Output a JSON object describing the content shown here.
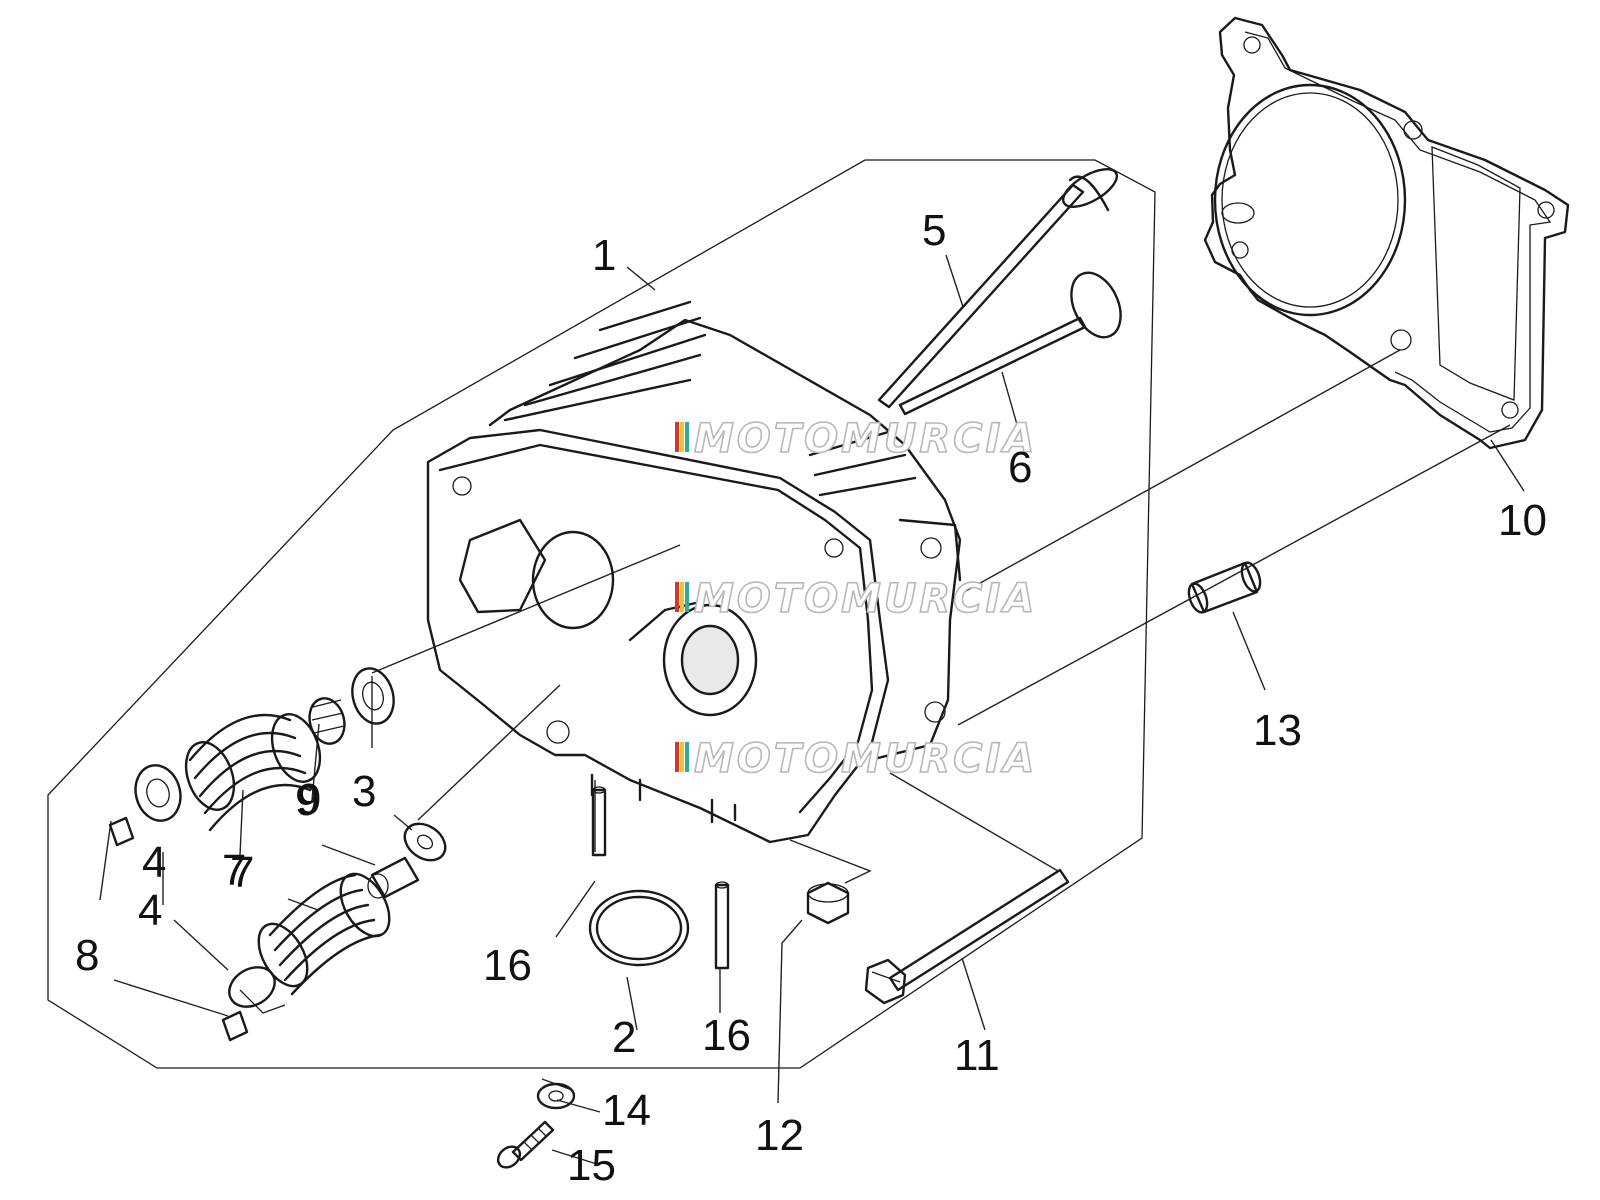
{
  "diagram": {
    "callouts": [
      {
        "id": "callout-1",
        "text": "1"
      },
      {
        "id": "callout-2",
        "text": "2"
      },
      {
        "id": "callout-3",
        "text": "3"
      },
      {
        "id": "callout-4a",
        "text": "4"
      },
      {
        "id": "callout-4b",
        "text": "4"
      },
      {
        "id": "callout-5",
        "text": "5"
      },
      {
        "id": "callout-6",
        "text": "6"
      },
      {
        "id": "callout-7a",
        "text": "7"
      },
      {
        "id": "callout-7b",
        "text": "7"
      },
      {
        "id": "callout-8",
        "text": "8"
      },
      {
        "id": "callout-9a",
        "text": "9"
      },
      {
        "id": "callout-9b",
        "text": "9"
      },
      {
        "id": "callout-10",
        "text": "10"
      },
      {
        "id": "callout-11",
        "text": "11"
      },
      {
        "id": "callout-12",
        "text": "12"
      },
      {
        "id": "callout-13",
        "text": "13"
      },
      {
        "id": "callout-14",
        "text": "14"
      },
      {
        "id": "callout-15",
        "text": "15"
      },
      {
        "id": "callout-16a",
        "text": "16"
      },
      {
        "id": "callout-16b",
        "text": "16"
      }
    ],
    "watermarks": [
      {
        "id": "watermark-top",
        "text": "MOTOMURCIA"
      },
      {
        "id": "watermark-middle",
        "text": "MOTOMURCIA"
      },
      {
        "id": "watermark-bottom",
        "text": "MOTOMURCIA"
      }
    ]
  }
}
